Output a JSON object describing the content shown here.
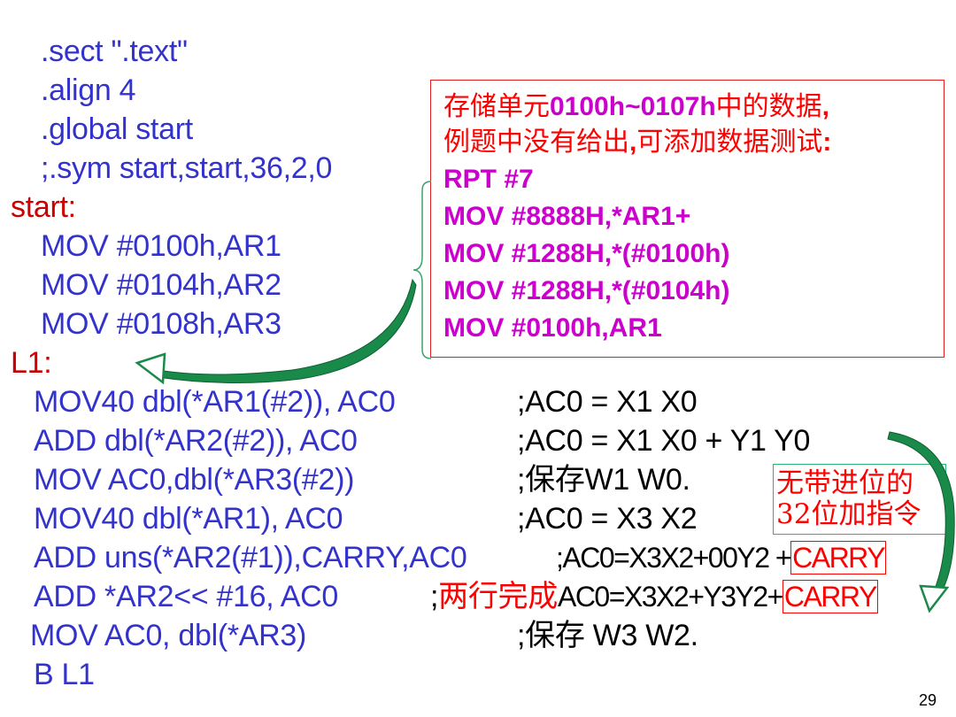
{
  "directives": [
    ".sect  \".text\"",
    ".align 4",
    ".global        start",
    ";.sym start,start,36,2,0"
  ],
  "label_start": "start:",
  "start_instructions": [
    "MOV  #0100h,AR1",
    "MOV  #0104h,AR2",
    "MOV  #0108h,AR3"
  ],
  "label_l1": "L1:",
  "loop_instructions": [
    "MOV40 dbl(*AR1(#2)), AC0",
    "ADD dbl(*AR2(#2)), AC0",
    "MOV AC0,dbl(*AR3(#2))",
    "MOV40 dbl(*AR1), AC0",
    "ADD uns(*AR2(#1)),CARRY,AC0",
    "ADD *AR2<< #16, AC0",
    "MOV AC0, dbl(*AR3)",
    "B L1"
  ],
  "comments": {
    "c1": ";AC0 = X1 X0",
    "c2": ";AC0 = X1 X0 + Y1 Y0",
    "c3_prefix": ";",
    "c3_cn": "保存",
    "c3_rest": "W1 W0.",
    "c4": ";AC0 = X3 X2",
    "c5_text": ";AC0=X3X2+00Y2 +",
    "c5_carry": "CARRY",
    "c6_prefix": ";",
    "c6_cn": "两行完成",
    "c6_text": "AC0=X3X2+Y3Y2+",
    "c6_carry": "CARRY",
    "c7_prefix": ";",
    "c7_cn": "保存",
    "c7_rest": " W3 W2."
  },
  "note_box": {
    "line1_cn_a": "存储单元",
    "line1_bold": "0100h~0107h",
    "line1_cn_b": "中的数据",
    "line1_comma": ",",
    "line2_cn_a": "例题中没有给出",
    "line2_comma": ",",
    "line2_cn_b": "可添加数据测试",
    "line2_colon": ":",
    "code": [
      "RPT  #7",
      "MOV  #8888H,*AR1+",
      "MOV  #1288H,*(#0100h)",
      "MOV  #1288H,*(#0104h)",
      "MOV  #0100h,AR1"
    ]
  },
  "green_box": {
    "line1": "无带进位的",
    "line2": "32位加指令"
  },
  "page_number": "29",
  "colors": {
    "code": "#3333cc",
    "label": "#cc0000",
    "note_text": "#cc00cc",
    "note_border": "#e02020",
    "arrow": "#1a8a4a"
  }
}
